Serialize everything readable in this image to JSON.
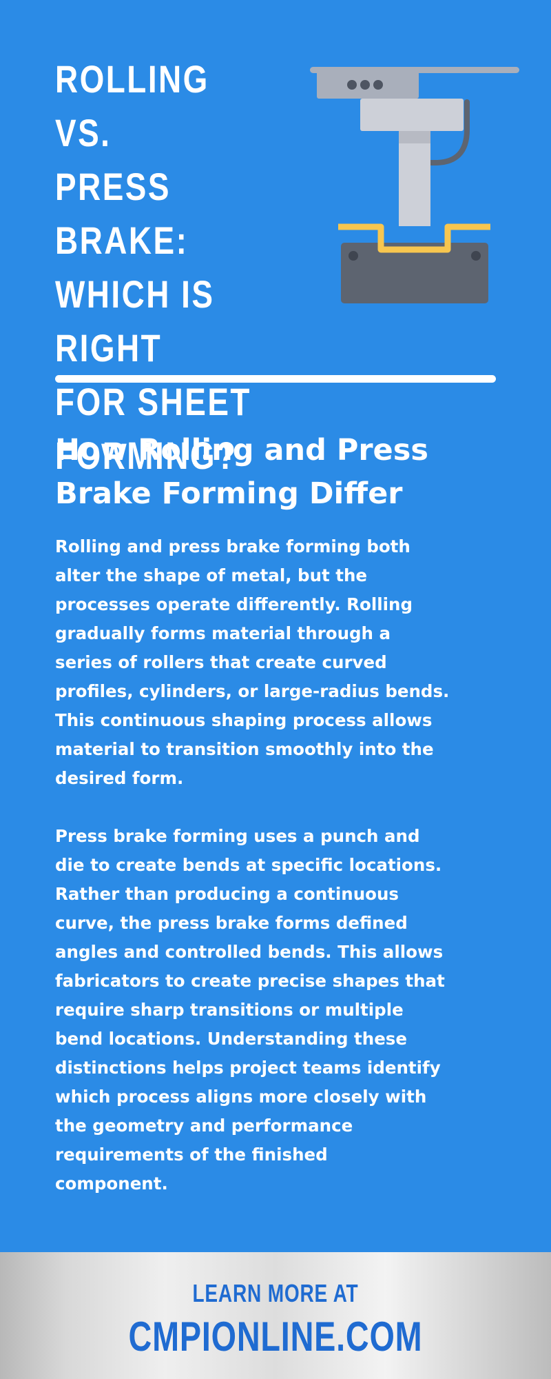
{
  "header": {
    "title_lines": [
      "ROLLING VS.",
      "PRESS BRAKE:",
      "WHICH IS RIGHT",
      "FOR SHEET",
      "FORMING?"
    ]
  },
  "illustration": {
    "icon": "press-brake-icon",
    "colors": {
      "frame": "#a9afbb",
      "ram": "#cdd0d8",
      "ram_shadow": "#b7bac3",
      "die": "#5d6470",
      "dots": "#4e5562",
      "hose": "#5d6470",
      "sheet": "#f7c64f"
    }
  },
  "section": {
    "heading_lines": [
      "How Rolling and Press",
      "Brake Forming Differ"
    ],
    "paragraph_1_lines": [
      "Rolling and press brake forming both",
      "alter the shape of metal, but the",
      "processes operate differently. Rolling",
      "gradually forms material through a",
      "series of rollers that create curved",
      "profiles, cylinders, or large-radius bends.",
      "This continuous shaping process allows",
      "material to transition smoothly into the",
      "desired form."
    ],
    "paragraph_2_lines": [
      "Press brake forming uses a punch and",
      "die to create bends at specific locations.",
      "Rather than producing a continuous",
      "curve, the press brake forms defined",
      "angles and controlled bends. This allows",
      "fabricators to create precise shapes that",
      "require sharp transitions or multiple",
      "bend locations. Understanding these",
      "distinctions helps project teams identify",
      "which process aligns more closely with",
      "the geometry and performance",
      "requirements of the finished",
      "component."
    ]
  },
  "footer": {
    "lead": "LEARN MORE AT",
    "url": "CMPIONLINE.COM"
  },
  "colors": {
    "background": "#2b8be6",
    "text": "#ffffff",
    "footer_text": "#1f6bd1"
  }
}
